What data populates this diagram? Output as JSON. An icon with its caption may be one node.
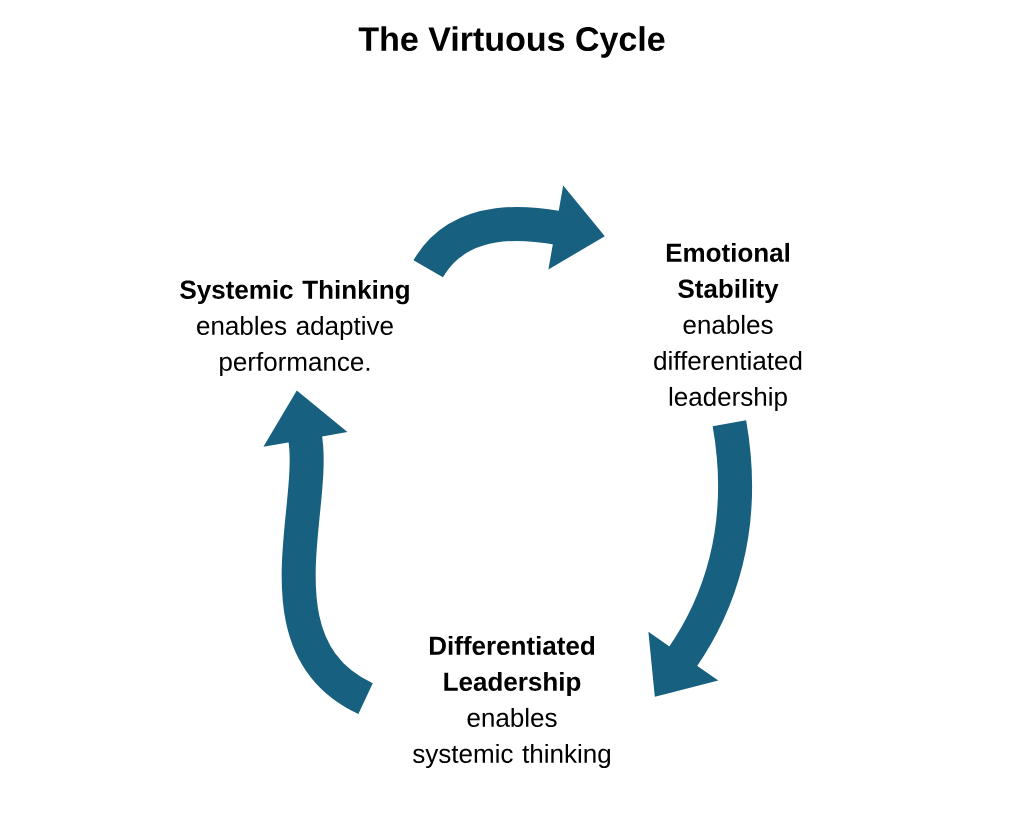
{
  "diagram": {
    "title": "The Virtuous Cycle",
    "nodes": [
      {
        "text": [
          "Systemic Thinking",
          "enables adaptive performance."
        ]
      },
      {
        "text": [
          "Emotional Stability",
          "enables differentiated leadership"
        ]
      },
      {
        "text": [
          "Differentiated Leadership",
          "enables systemic thinking"
        ]
      }
    ],
    "edges": [
      {
        "from": 0,
        "to": 1,
        "arrow": "to"
      },
      {
        "from": 1,
        "to": 2,
        "arrow": "to"
      },
      {
        "from": 2,
        "to": 0,
        "arrow": "to"
      }
    ]
  }
}
